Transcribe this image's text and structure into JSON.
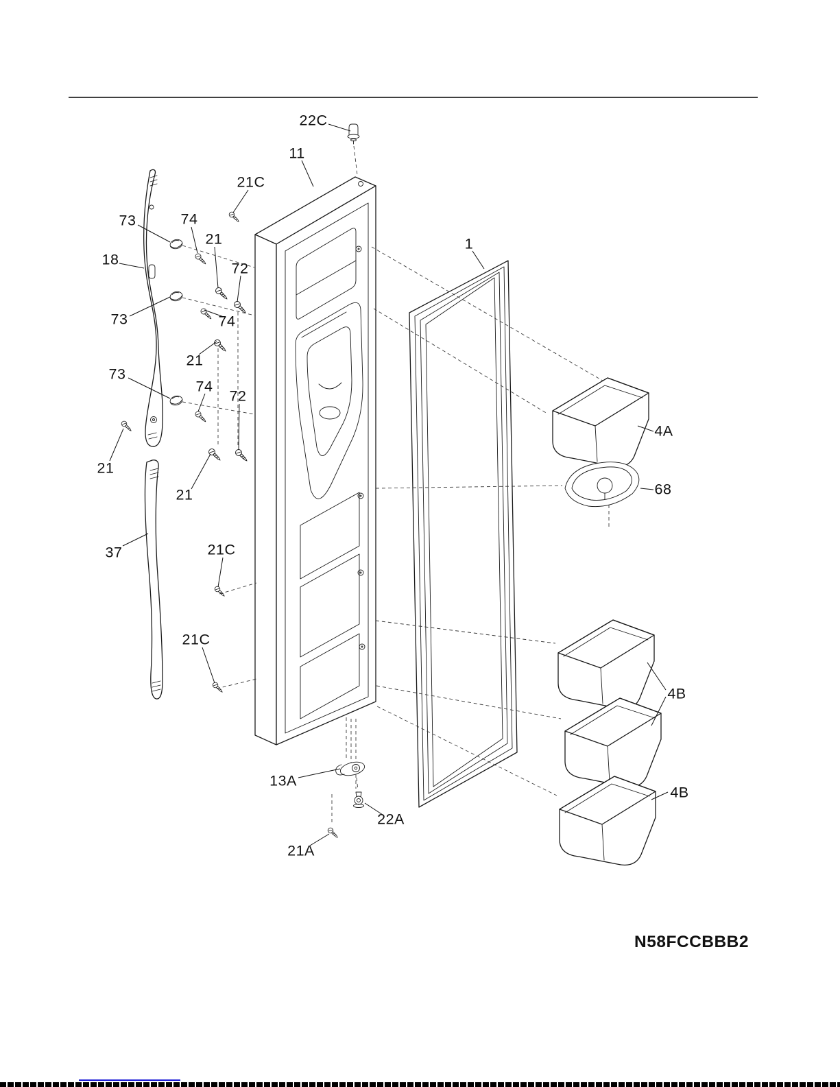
{
  "page": {
    "part_number": "N58FCCBBB2"
  },
  "labels": [
    {
      "part": "22C",
      "text": "22C"
    },
    {
      "part": "11",
      "text": "11"
    },
    {
      "part": "21C",
      "text": "21C"
    },
    {
      "part": "73",
      "text": "73"
    },
    {
      "part": "74",
      "text": "74"
    },
    {
      "part": "18",
      "text": "18"
    },
    {
      "part": "21",
      "text": "21"
    },
    {
      "part": "72",
      "text": "72"
    },
    {
      "part": "73",
      "text": "73"
    },
    {
      "part": "74",
      "text": "74"
    },
    {
      "part": "21",
      "text": "21"
    },
    {
      "part": "73",
      "text": "73"
    },
    {
      "part": "74",
      "text": "74"
    },
    {
      "part": "72",
      "text": "72"
    },
    {
      "part": "21",
      "text": "21"
    },
    {
      "part": "21",
      "text": "21"
    },
    {
      "part": "1",
      "text": "1"
    },
    {
      "part": "4A",
      "text": "4A"
    },
    {
      "part": "68",
      "text": "68"
    },
    {
      "part": "37",
      "text": "37"
    },
    {
      "part": "21C",
      "text": "21C"
    },
    {
      "part": "21C",
      "text": "21C"
    },
    {
      "part": "4B",
      "text": "4B"
    },
    {
      "part": "13A",
      "text": "13A"
    },
    {
      "part": "22A",
      "text": "22A"
    },
    {
      "part": "21A",
      "text": "21A"
    },
    {
      "part": "4B",
      "text": "4B"
    }
  ]
}
